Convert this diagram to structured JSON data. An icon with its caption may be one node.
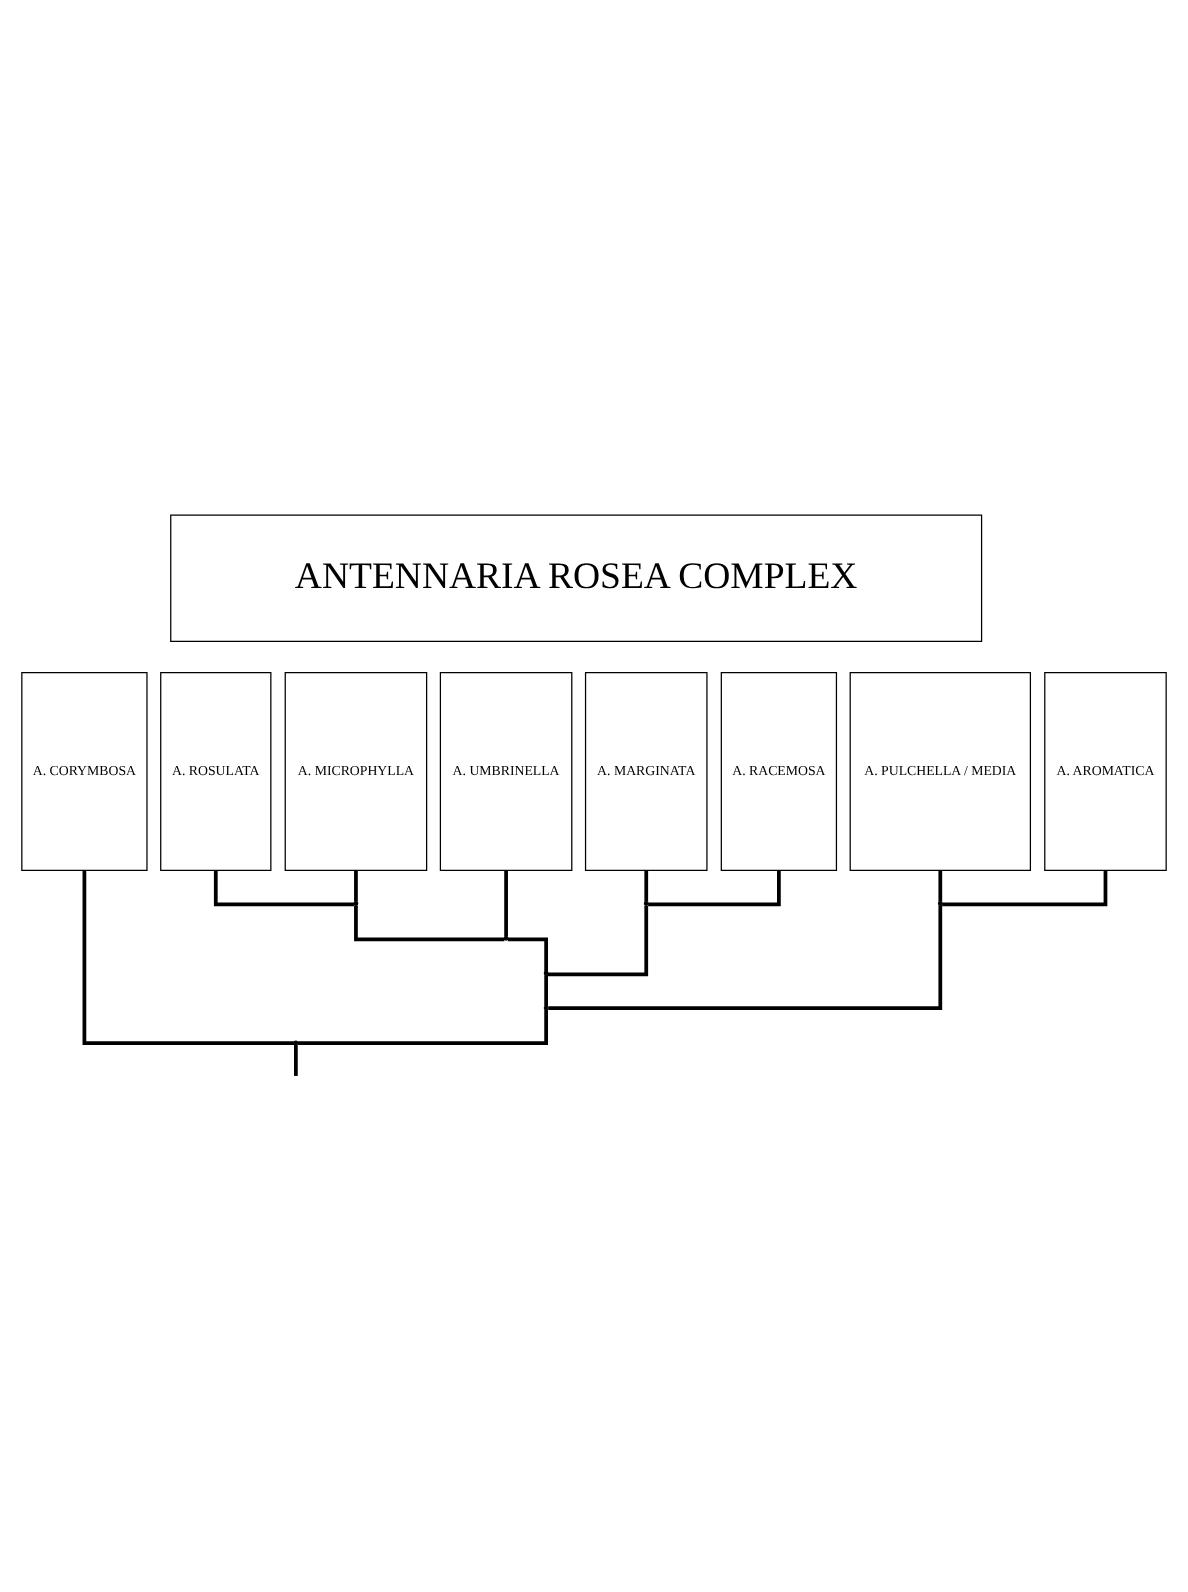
{
  "diagram": {
    "nodes": [
      {
        "text": [
          "ANTENNARIA ROSEA COMPLEX"
        ]
      },
      {
        "text": [
          "A. CORYMBOSA"
        ]
      },
      {
        "text": [
          "A. ROSULATA"
        ]
      },
      {
        "text": [
          "A. MICROPHYLLA"
        ]
      },
      {
        "text": [
          "A. UMBRINELLA"
        ]
      },
      {
        "text": [
          "A. MARGINATA"
        ]
      },
      {
        "text": [
          "A. RACEMOSA"
        ]
      },
      {
        "text": [
          "A. PULCHELLA / MEDIA"
        ]
      },
      {
        "text": [
          "A. AROMATICA"
        ]
      },
      {
        "text": [],
        "shape": "point"
      },
      {
        "text": [],
        "shape": "point"
      },
      {
        "text": [],
        "shape": "point"
      },
      {
        "text": [],
        "shape": "point"
      },
      {
        "text": [],
        "shape": "point"
      },
      {
        "text": [],
        "shape": "point"
      },
      {
        "text": [],
        "shape": "point"
      }
    ],
    "edges": [
      {
        "from": 2,
        "to": 9,
        "arrow": "none"
      },
      {
        "from": 3,
        "to": 9,
        "arrow": "none"
      },
      {
        "from": 9,
        "to": 10,
        "arrow": "none"
      },
      {
        "from": 4,
        "to": 10,
        "arrow": "none"
      },
      {
        "from": 5,
        "to": 11,
        "arrow": "none"
      },
      {
        "from": 6,
        "to": 11,
        "arrow": "none"
      },
      {
        "from": 10,
        "to": 12,
        "arrow": "none"
      },
      {
        "from": 11,
        "to": 12,
        "arrow": "none"
      },
      {
        "from": 7,
        "to": 13,
        "arrow": "none"
      },
      {
        "from": 8,
        "to": 13,
        "arrow": "none"
      },
      {
        "from": 12,
        "to": 14,
        "arrow": "none"
      },
      {
        "from": 13,
        "to": 14,
        "arrow": "none"
      },
      {
        "from": 1,
        "to": 15,
        "arrow": "none"
      },
      {
        "from": 14,
        "to": 15,
        "arrow": "none"
      },
      {
        "from": 15,
        "to": null,
        "arrow": "none"
      }
    ]
  }
}
